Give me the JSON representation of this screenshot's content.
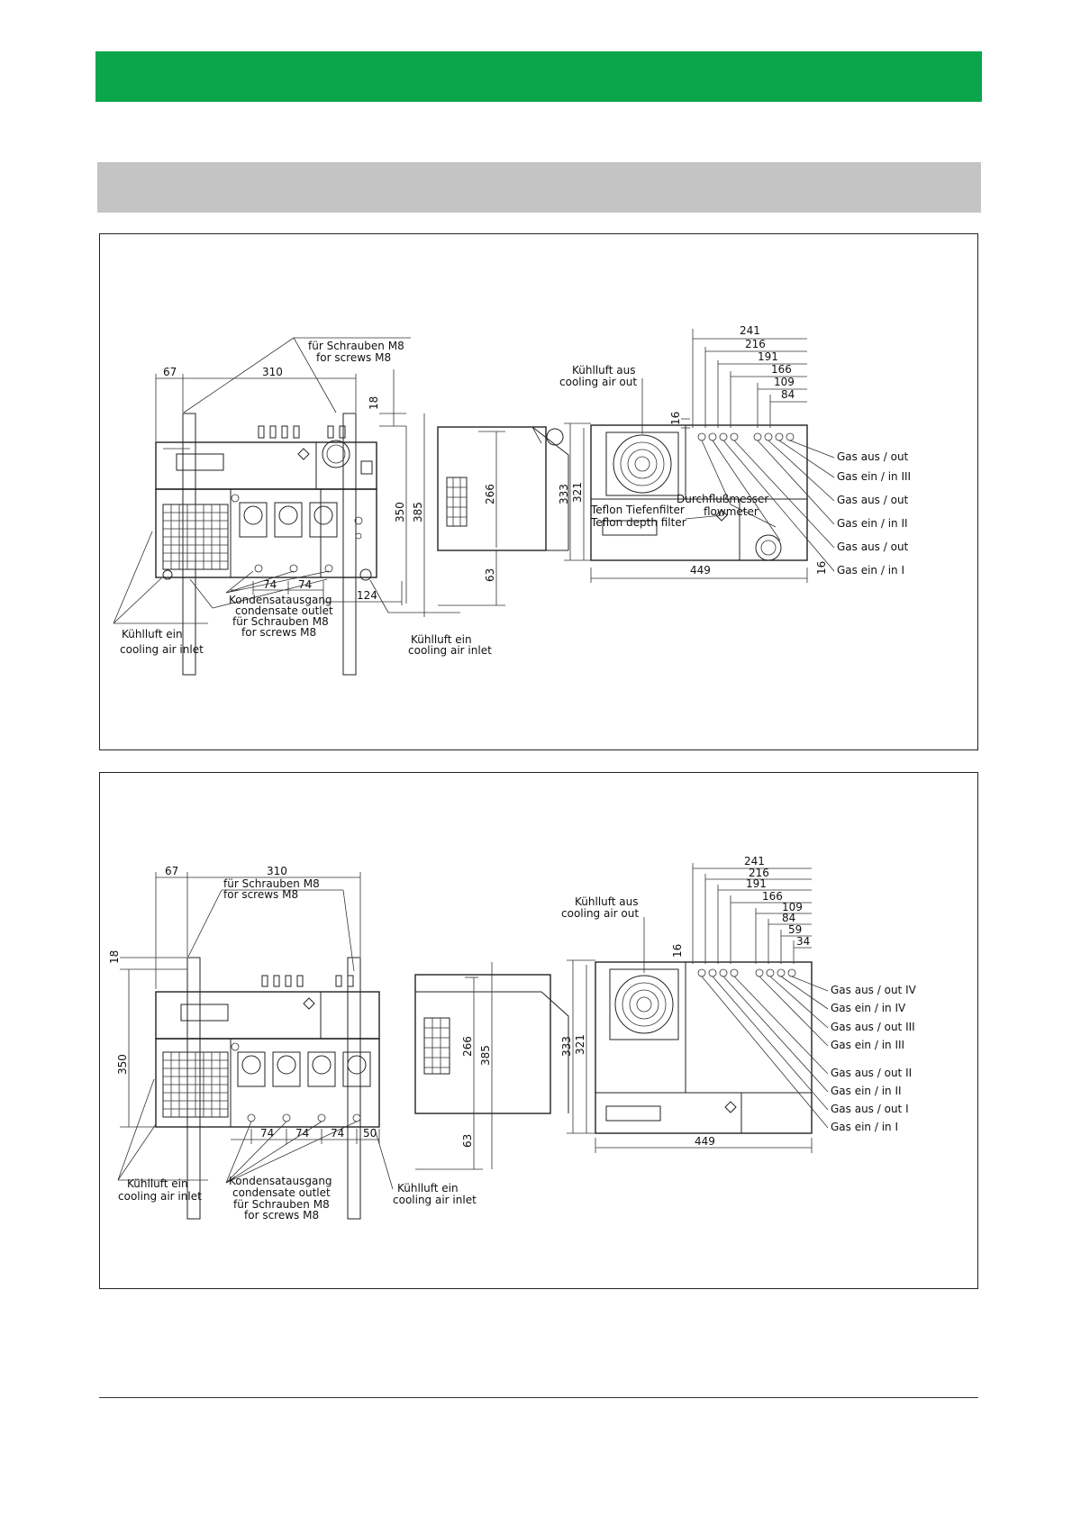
{
  "colors": {
    "header_green": "#0ba64b",
    "section_gray": "#c4c4c4"
  },
  "drawing1": {
    "left": {
      "dims": {
        "d67": "67",
        "d310": "310",
        "d18": "18",
        "d350": "350",
        "d385": "385",
        "d74a": "74",
        "d74b": "74",
        "d124": "124"
      },
      "labels": {
        "screws_top_de": "für Schrauben M8",
        "screws_top_en": "for screws M8",
        "condensate_de": "Kondensatausgang",
        "condensate_en": "condensate outlet",
        "screws_bot_de": "für Schrauben M8",
        "screws_bot_en": "for screws M8",
        "cool_in_de": "Kühlluft ein",
        "cool_in_en": "cooling air inlet",
        "cool_in2_de": "Kühlluft ein",
        "cool_in2_en": "cooling air inlet"
      }
    },
    "side": {
      "dims": {
        "d266": "266",
        "d63": "63"
      }
    },
    "right": {
      "dims": {
        "d241": "241",
        "d216": "216",
        "d191": "191",
        "d166": "166",
        "d109": "109",
        "d84": "84",
        "d16": "16",
        "d16b": "16",
        "d333": "333",
        "d321": "321",
        "d449": "449"
      },
      "labels": {
        "cool_out_de": "Kühlluft aus",
        "cool_out_en": "cooling air out",
        "flow_de": "Durchflußmesser",
        "flow_en": "flowmeter",
        "filter_de": "Teflon Tiefenfilter",
        "filter_en": "Teflon depth filter",
        "gas1": "Gas aus / out",
        "gas2": "Gas ein / in III",
        "gas3": "Gas aus / out",
        "gas4": "Gas ein / in II",
        "gas5": "Gas aus / out",
        "gas6": "Gas ein / in I"
      }
    }
  },
  "drawing2": {
    "left": {
      "dims": {
        "d67": "67",
        "d310": "310",
        "d18": "18",
        "d350": "350",
        "d74a": "74",
        "d74b": "74",
        "d74c": "74",
        "d50": "50"
      },
      "labels": {
        "screws_top_de": "für Schrauben M8",
        "screws_top_en": "for screws M8",
        "cool_in_de": "Kühlluft ein",
        "cool_in_en": "cooling air inlet",
        "condensate_de": "Kondensatausgang",
        "condensate_en": "condensate outlet",
        "screws_bot_de": "für Schrauben M8",
        "screws_bot_en": "for screws M8",
        "cool_in2_de": "Kühlluft ein",
        "cool_in2_en": "cooling air inlet"
      }
    },
    "side": {
      "dims": {
        "d266": "266",
        "d385": "385",
        "d63": "63"
      }
    },
    "right": {
      "dims": {
        "d241": "241",
        "d216": "216",
        "d191": "191",
        "d166": "166",
        "d109": "109",
        "d84": "84",
        "d59": "59",
        "d34": "34",
        "d16": "16",
        "d333": "333",
        "d321": "321",
        "d449": "449"
      },
      "labels": {
        "cool_out_de": "Kühlluft aus",
        "cool_out_en": "cooling air out",
        "gas1": "Gas aus / out IV",
        "gas2": "Gas ein / in IV",
        "gas3": "Gas aus / out III",
        "gas4": "Gas ein / in III",
        "gas5": "Gas aus / out II",
        "gas6": "Gas ein / in II",
        "gas7": "Gas aus / out I",
        "gas8": "Gas ein / in I"
      }
    }
  }
}
